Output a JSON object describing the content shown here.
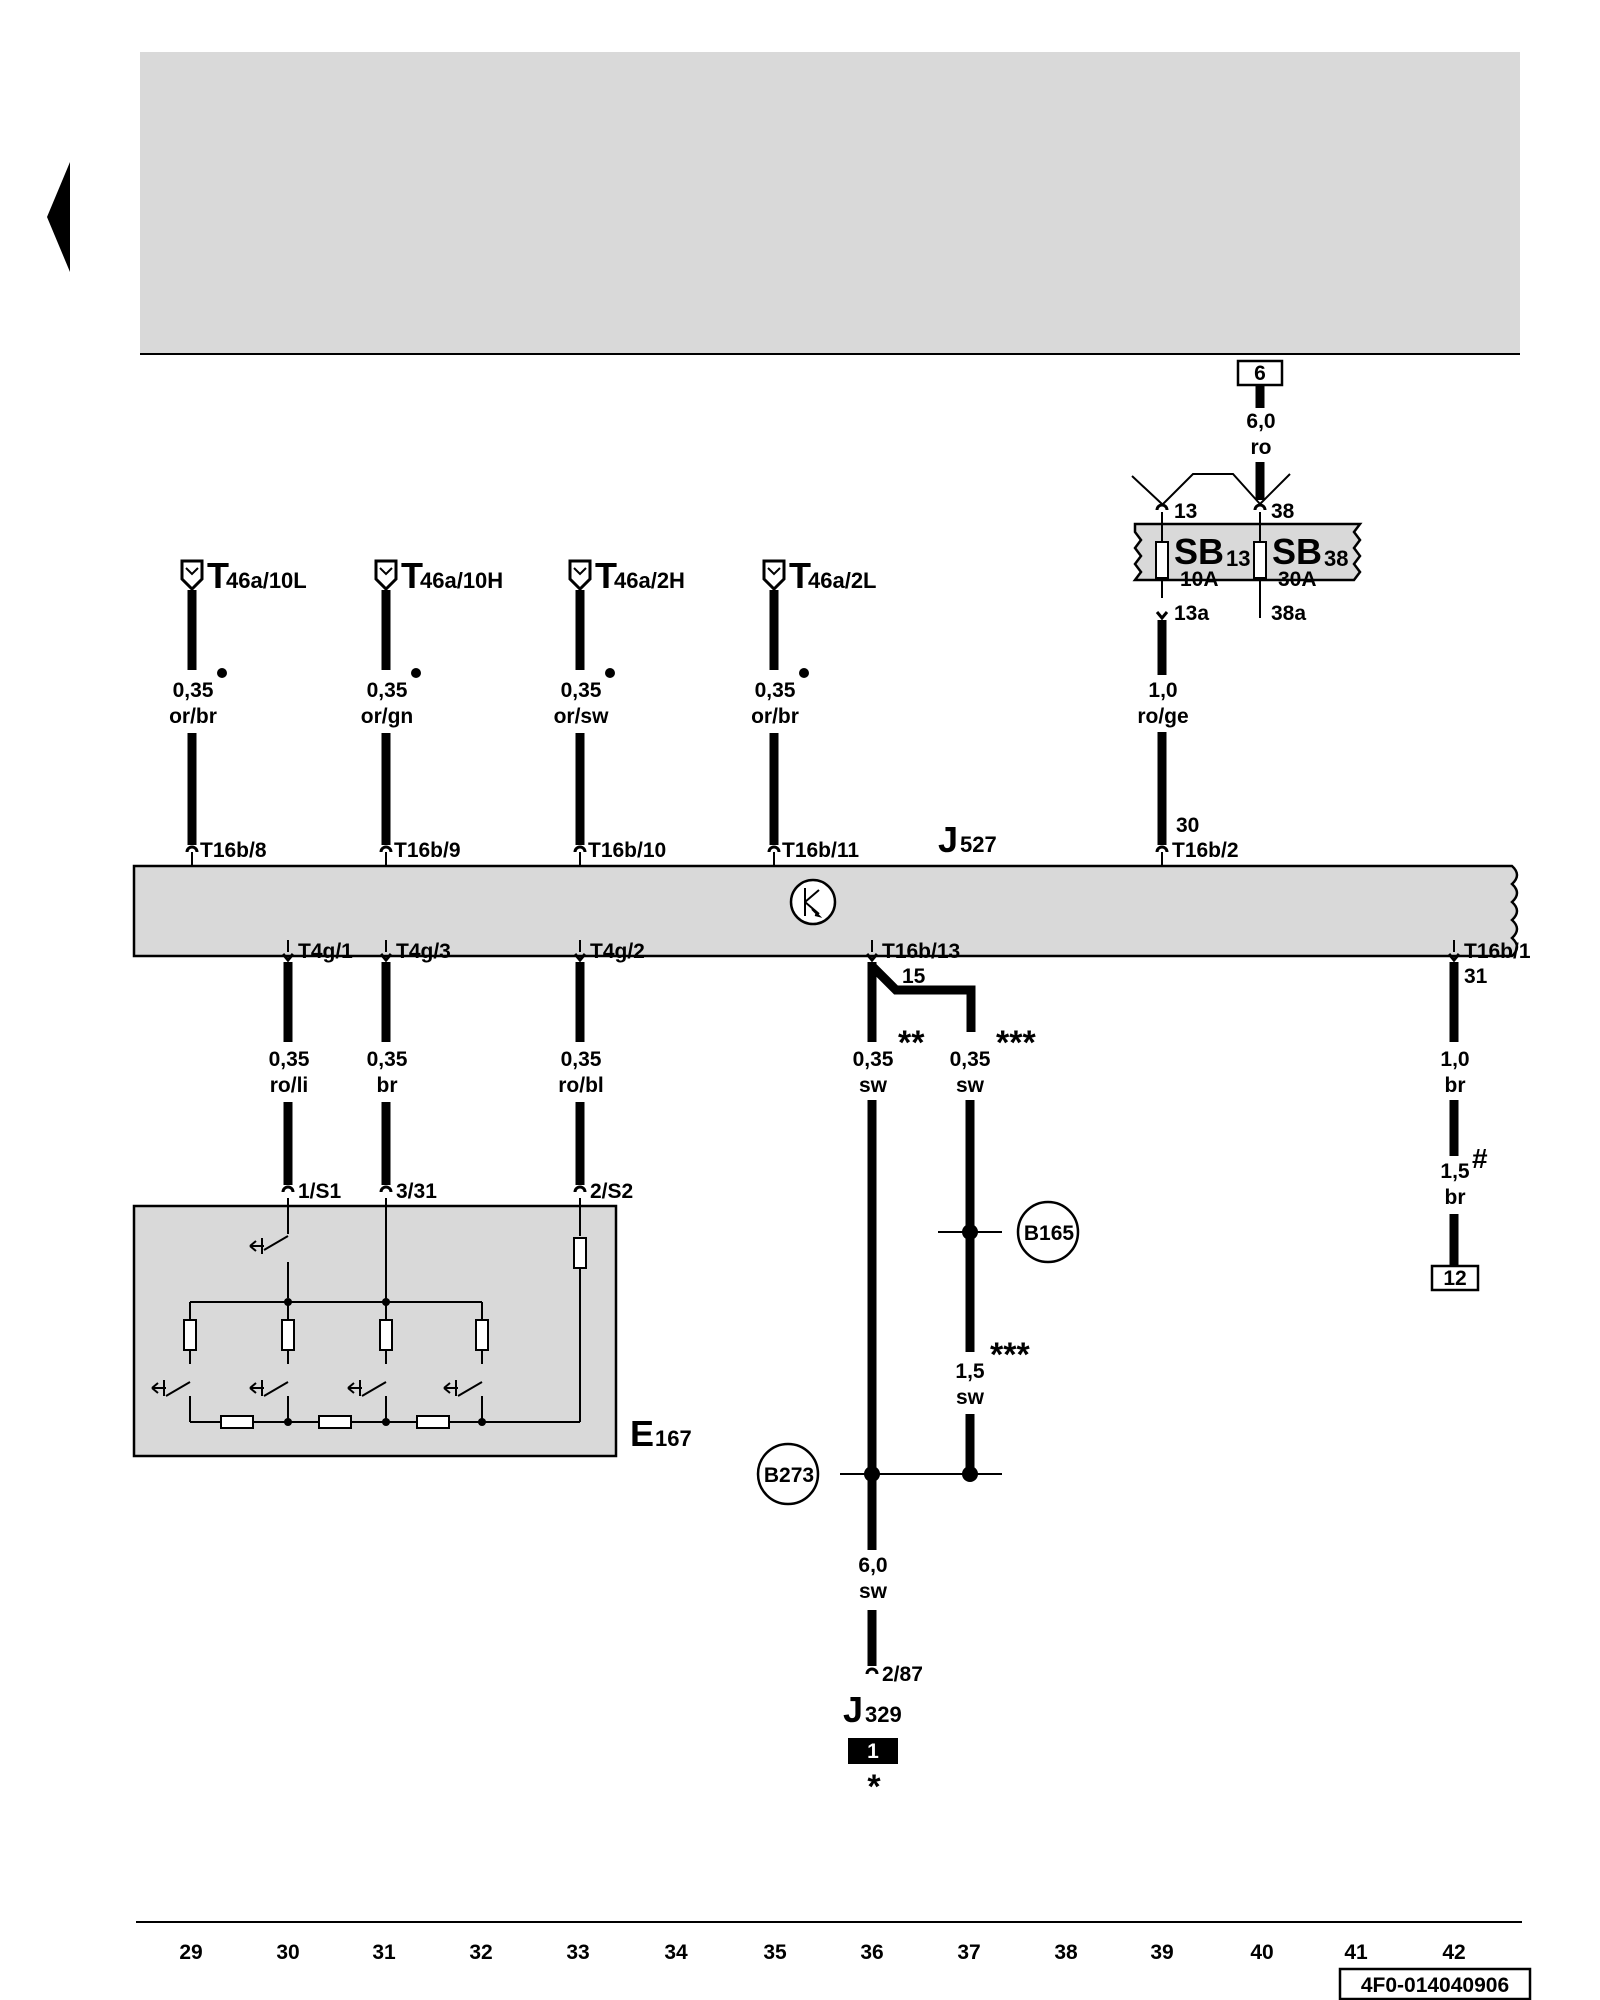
{
  "colors": {
    "box_fill": "#d9d9d9",
    "line": "#000000",
    "background": "#ffffff"
  },
  "icons": {
    "back": "triangle-left-icon",
    "relay": "relay-symbol-icon",
    "connector": "connector-socket-icon"
  },
  "top_connectors": [
    {
      "name": "T",
      "sub": "46a/10L",
      "size": "0,35",
      "color": "or/br",
      "terminal": "T16b/8"
    },
    {
      "name": "T",
      "sub": "46a/10H",
      "size": "0,35",
      "color": "or/gn",
      "terminal": "T16b/9"
    },
    {
      "name": "T",
      "sub": "46a/2H",
      "size": "0,35",
      "color": "or/sw",
      "terminal": "T16b/10"
    },
    {
      "name": "T",
      "sub": "46a/2L",
      "size": "0,35",
      "color": "or/br",
      "terminal": "T16b/11"
    }
  ],
  "fuse_ref": "6",
  "fuse_feed": {
    "size": "6,0",
    "color": "ro"
  },
  "fuses": [
    {
      "name": "SB",
      "sub": "13",
      "rating": "10A",
      "in": "13",
      "out": "13a"
    },
    {
      "name": "SB",
      "sub": "38",
      "rating": "30A",
      "in": "38",
      "out": "38a"
    }
  ],
  "fuse_wire": {
    "size": "1,0",
    "color": "ro/ge",
    "terminal_num": "30",
    "terminal": "T16b/2"
  },
  "module": {
    "name": "J",
    "sub": "527"
  },
  "bottom_left": [
    {
      "terminal": "T4g/1",
      "size": "0,35",
      "color": "ro/li",
      "pin": "1/S1"
    },
    {
      "terminal": "T4g/3",
      "size": "0,35",
      "color": "br",
      "pin": "3/31"
    },
    {
      "terminal": "T4g/2",
      "size": "0,35",
      "color": "ro/bl",
      "pin": "2/S2"
    }
  ],
  "switch_module": {
    "name": "E",
    "sub": "167"
  },
  "supply": {
    "terminal": "T16b/13",
    "terminal_num": "15",
    "left": {
      "size": "0,35",
      "color": "sw",
      "mark": "**"
    },
    "right": {
      "size": "0,35",
      "color": "sw",
      "mark": "***"
    },
    "right_lower": {
      "size": "1,5",
      "color": "sw",
      "mark": "***"
    },
    "splice_right": "B165",
    "splice_left": "B273",
    "main": {
      "size": "6,0",
      "color": "sw"
    },
    "relay_pin": "2/87",
    "relay": {
      "name": "J",
      "sub": "329"
    },
    "relay_ref": "1",
    "relay_mark": "*"
  },
  "ground": {
    "terminal": "T16b/1",
    "terminal_num": "31",
    "upper": {
      "size": "1,0",
      "color": "br"
    },
    "lower": {
      "size": "1,5",
      "color": "br",
      "mark": "#"
    },
    "ref": "12"
  },
  "footer": {
    "numbers": [
      "29",
      "30",
      "31",
      "32",
      "33",
      "34",
      "35",
      "36",
      "37",
      "38",
      "39",
      "40",
      "41",
      "42"
    ],
    "doc_id": "4F0-014040906"
  }
}
